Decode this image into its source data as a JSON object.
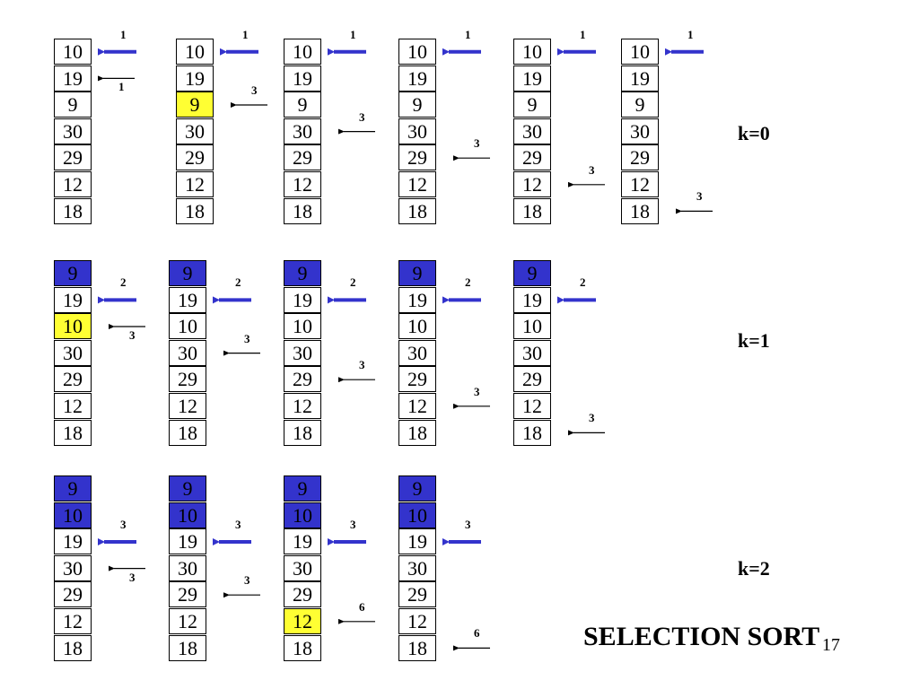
{
  "title": "SELECTION SORT",
  "page_number": "17",
  "colors": {
    "min_highlight": "#ffff33",
    "sorted_fill": "#3333cc",
    "pointer_arrow": "#3333cc",
    "scan_arrow": "#000000"
  },
  "passes": [
    {
      "label": "k=0",
      "steps": [
        {
          "values": [
            "10",
            "19",
            "9",
            "30",
            "29",
            "12",
            "18"
          ],
          "sorted_count": 0,
          "min_row": null,
          "pointer_row": 0,
          "pointer_label": "1",
          "scan_row": 1,
          "scan_label": "1"
        },
        {
          "values": [
            "10",
            "19",
            "9",
            "30",
            "29",
            "12",
            "18"
          ],
          "sorted_count": 0,
          "min_row": 2,
          "pointer_row": 0,
          "pointer_label": "1",
          "scan_row": 2,
          "scan_label": "3"
        },
        {
          "values": [
            "10",
            "19",
            "9",
            "30",
            "29",
            "12",
            "18"
          ],
          "sorted_count": 0,
          "min_row": null,
          "pointer_row": 0,
          "pointer_label": "1",
          "scan_row": 3,
          "scan_label": "3"
        },
        {
          "values": [
            "10",
            "19",
            "9",
            "30",
            "29",
            "12",
            "18"
          ],
          "sorted_count": 0,
          "min_row": null,
          "pointer_row": 0,
          "pointer_label": "1",
          "scan_row": 4,
          "scan_label": "3"
        },
        {
          "values": [
            "10",
            "19",
            "9",
            "30",
            "29",
            "12",
            "18"
          ],
          "sorted_count": 0,
          "min_row": null,
          "pointer_row": 0,
          "pointer_label": "1",
          "scan_row": 5,
          "scan_label": "3"
        },
        {
          "values": [
            "10",
            "19",
            "9",
            "30",
            "29",
            "12",
            "18"
          ],
          "sorted_count": 0,
          "min_row": null,
          "pointer_row": 0,
          "pointer_label": "1",
          "scan_row": 6,
          "scan_label": "3"
        }
      ]
    },
    {
      "label": "k=1",
      "steps": [
        {
          "values": [
            "9",
            "19",
            "10",
            "30",
            "29",
            "12",
            "18"
          ],
          "sorted_count": 1,
          "min_row": 2,
          "pointer_row": 1,
          "pointer_label": "2",
          "scan_row": 2,
          "scan_label": "3"
        },
        {
          "values": [
            "9",
            "19",
            "10",
            "30",
            "29",
            "12",
            "18"
          ],
          "sorted_count": 1,
          "min_row": null,
          "pointer_row": 1,
          "pointer_label": "2",
          "scan_row": 3,
          "scan_label": "3"
        },
        {
          "values": [
            "9",
            "19",
            "10",
            "30",
            "29",
            "12",
            "18"
          ],
          "sorted_count": 1,
          "min_row": null,
          "pointer_row": 1,
          "pointer_label": "2",
          "scan_row": 4,
          "scan_label": "3"
        },
        {
          "values": [
            "9",
            "19",
            "10",
            "30",
            "29",
            "12",
            "18"
          ],
          "sorted_count": 1,
          "min_row": null,
          "pointer_row": 1,
          "pointer_label": "2",
          "scan_row": 5,
          "scan_label": "3"
        },
        {
          "values": [
            "9",
            "19",
            "10",
            "30",
            "29",
            "12",
            "18"
          ],
          "sorted_count": 1,
          "min_row": null,
          "pointer_row": 1,
          "pointer_label": "2",
          "scan_row": 6,
          "scan_label": "3"
        }
      ]
    },
    {
      "label": "k=2",
      "steps": [
        {
          "values": [
            "9",
            "10",
            "19",
            "30",
            "29",
            "12",
            "18"
          ],
          "sorted_count": 2,
          "min_row": null,
          "pointer_row": 2,
          "pointer_label": "3",
          "scan_row": 3,
          "scan_label": "3"
        },
        {
          "values": [
            "9",
            "10",
            "19",
            "30",
            "29",
            "12",
            "18"
          ],
          "sorted_count": 2,
          "min_row": null,
          "pointer_row": 2,
          "pointer_label": "3",
          "scan_row": 4,
          "scan_label": "3"
        },
        {
          "values": [
            "9",
            "10",
            "19",
            "30",
            "29",
            "12",
            "18"
          ],
          "sorted_count": 2,
          "min_row": 5,
          "pointer_row": 2,
          "pointer_label": "3",
          "scan_row": 5,
          "scan_label": "6"
        },
        {
          "values": [
            "9",
            "10",
            "19",
            "30",
            "29",
            "12",
            "18"
          ],
          "sorted_count": 2,
          "min_row": null,
          "pointer_row": 2,
          "pointer_label": "3",
          "scan_row": 6,
          "scan_label": "6"
        }
      ]
    }
  ]
}
